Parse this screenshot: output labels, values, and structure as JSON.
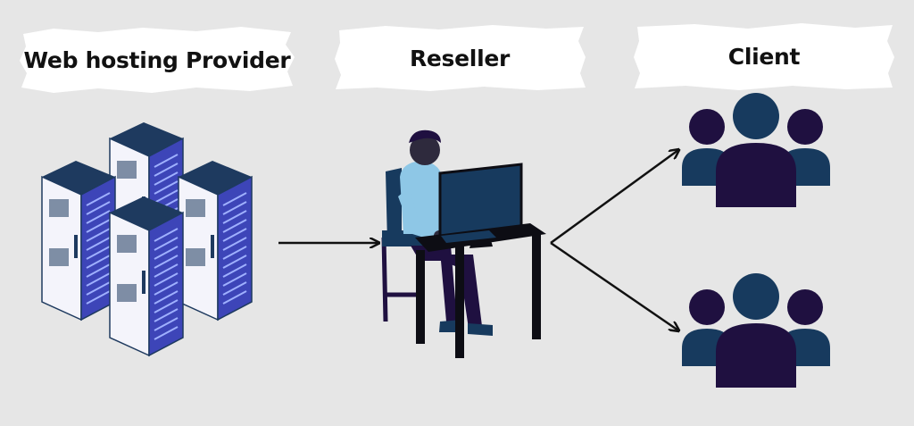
{
  "labels": {
    "provider": "Web hosting Provider",
    "reseller": "Reseller",
    "client": "Client"
  },
  "colors": {
    "background": "#e6e6e6",
    "label_band": "#ffffff",
    "server_top": "#1e3a5f",
    "server_side": "#5566dd",
    "server_front": "#ffffff",
    "person_shirt": "#8ec7e6",
    "desk": "#0d0d14",
    "client_dark": "#1f1040",
    "client_mid": "#173a5e",
    "arrow": "#111111"
  },
  "icons": {
    "servers": "server-rack-icon",
    "reseller": "person-at-computer-icon",
    "client": "user-group-icon"
  }
}
